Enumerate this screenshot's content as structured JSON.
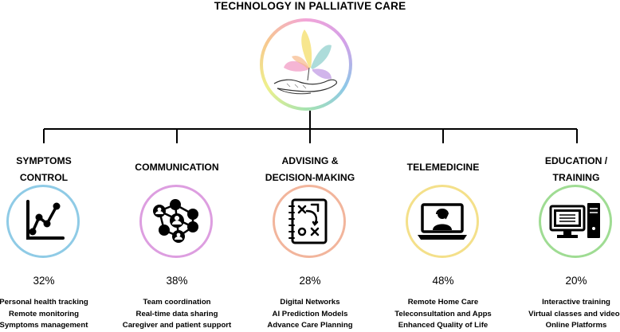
{
  "title": "TECHNOLOGY IN PALLIATIVE CARE",
  "categories": [
    {
      "title_lines": [
        "SYMPTOMS",
        "CONTROL"
      ],
      "icon": "line-chart-icon",
      "ring_color": "#8fcbe6",
      "percent": "32%",
      "items": [
        "Personal health tracking",
        "Remote monitoring",
        "Symptoms management"
      ]
    },
    {
      "title_lines": [
        "COMMUNICATION"
      ],
      "icon": "network-people-icon",
      "ring_color": "#dd9ee0",
      "percent": "38%",
      "items": [
        "Team coordination",
        "Real-time data sharing",
        "Caregiver and patient support"
      ]
    },
    {
      "title_lines": [
        "ADVISING &",
        "DECISION-MAKING"
      ],
      "icon": "strategy-board-icon",
      "ring_color": "#f2b59c",
      "percent": "28%",
      "items": [
        "Digital Networks",
        "AI Prediction Models",
        "Advance Care Planning"
      ]
    },
    {
      "title_lines": [
        "TELEMEDICINE"
      ],
      "icon": "laptop-doctor-icon",
      "ring_color": "#f4e08a",
      "percent": "48%",
      "items": [
        "Remote Home Care",
        "Teleconsultation and Apps",
        "Enhanced Quality of Life"
      ]
    },
    {
      "title_lines": [
        "EDUCATION /",
        "TRAINING"
      ],
      "icon": "desktop-computer-icon",
      "ring_color": "#9fdc93",
      "percent": "20%",
      "items": [
        "Interactive training",
        "Virtual classes and videos",
        "Online Platforms"
      ]
    }
  ]
}
